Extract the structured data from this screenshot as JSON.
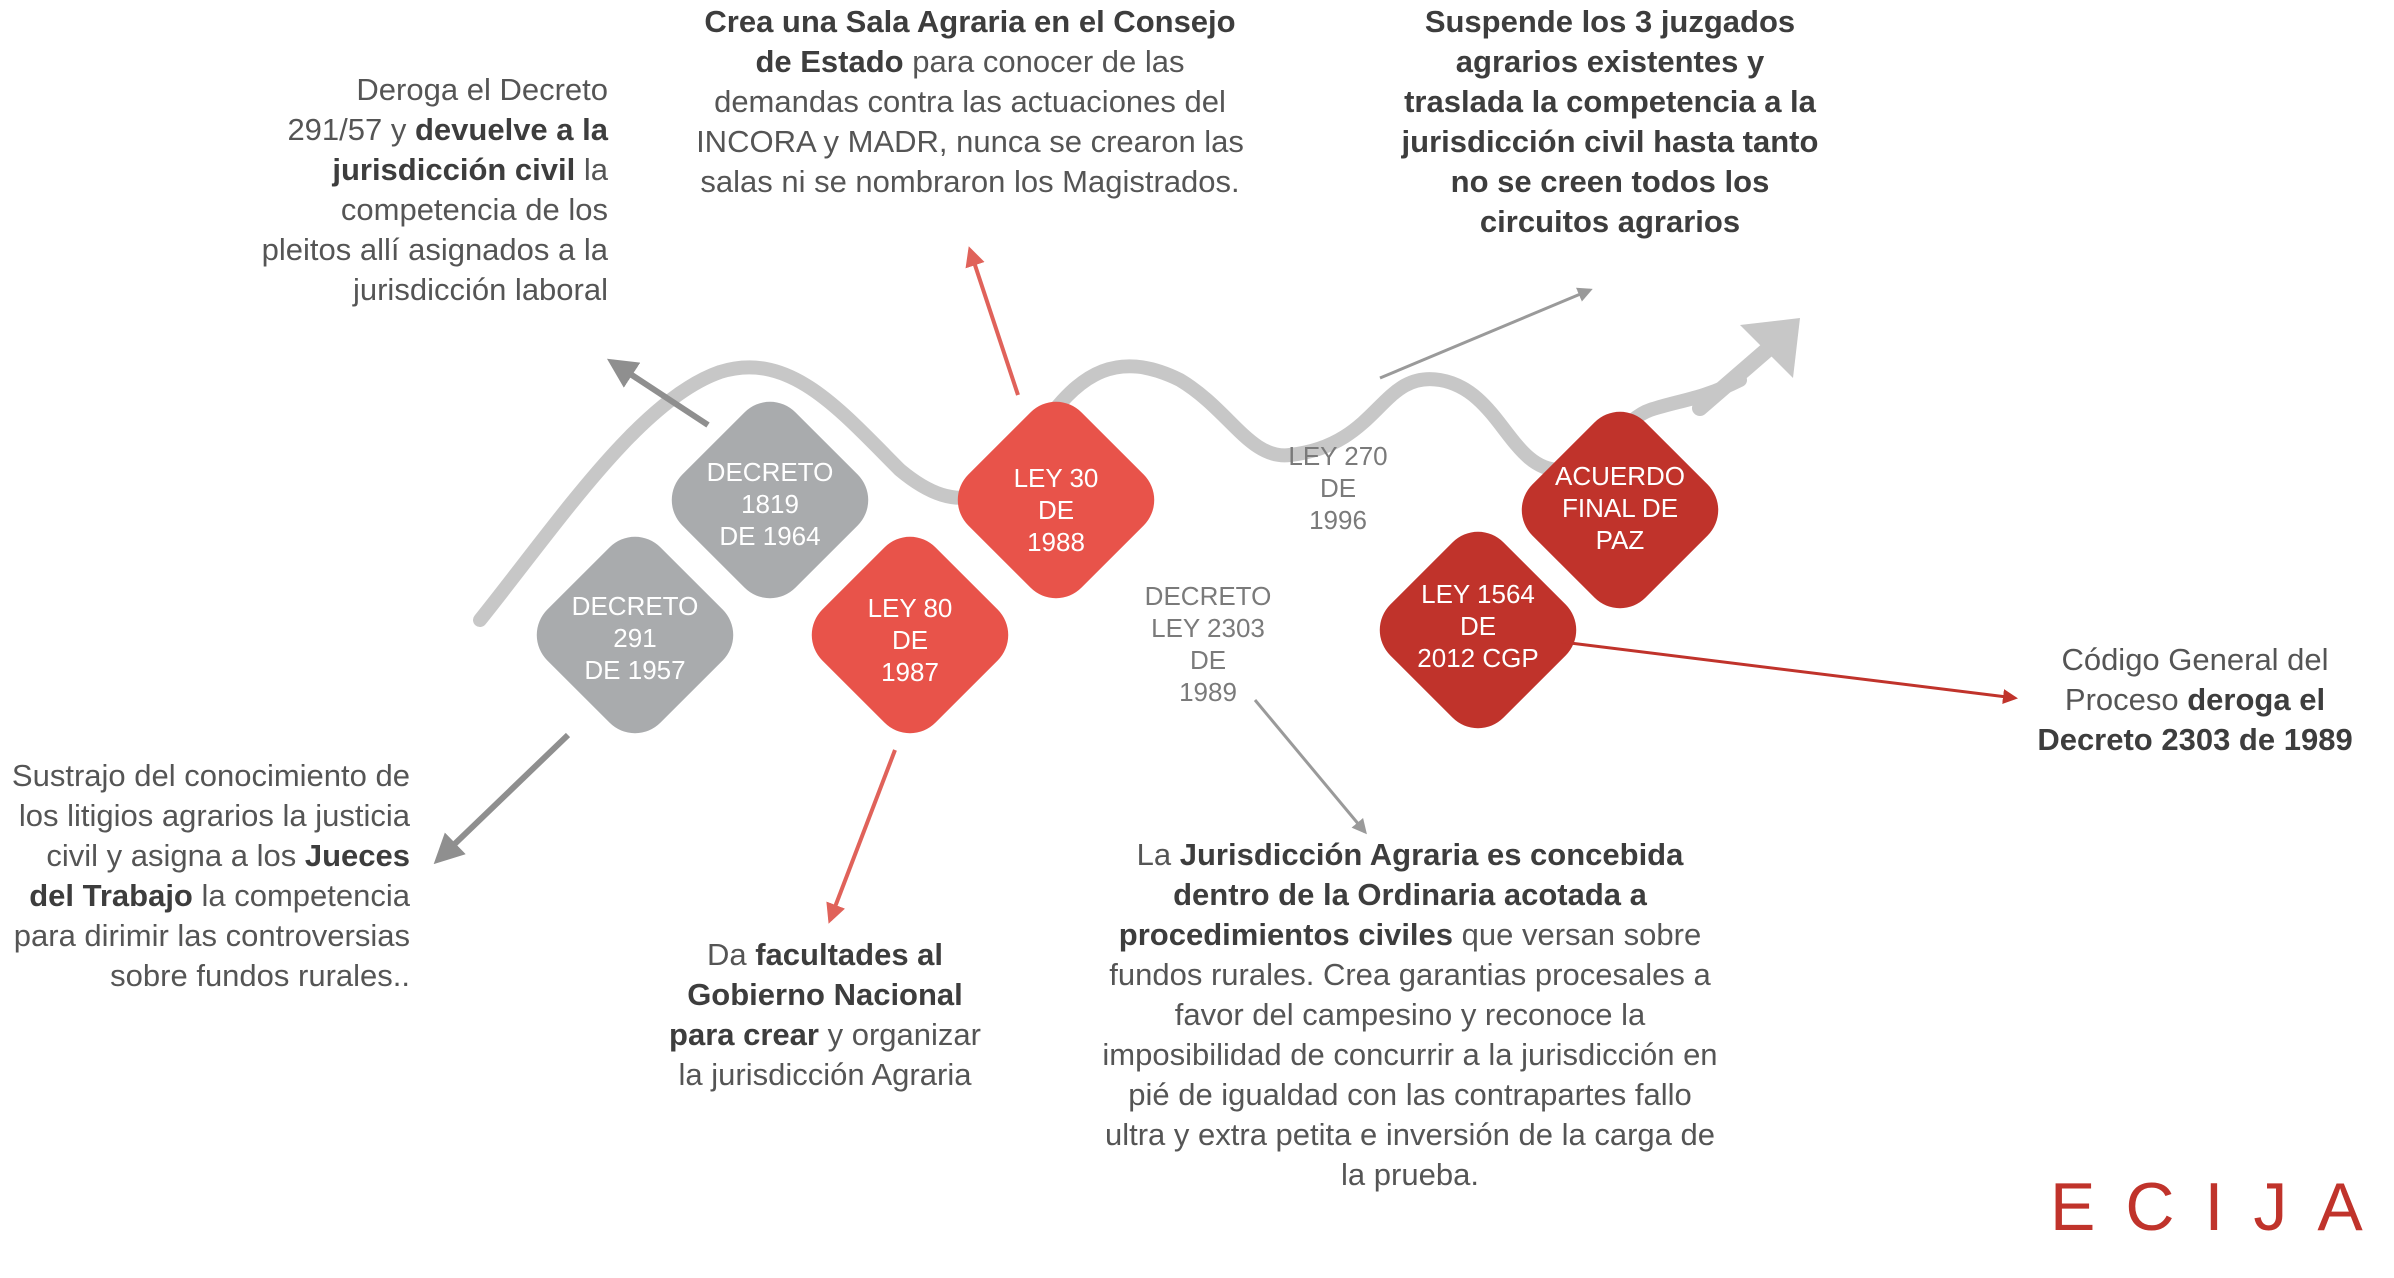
{
  "colors": {
    "gray_node": "#a9abad",
    "red_node": "#e8534a",
    "dark_red_node": "#c0332b",
    "gray_line": "#c7c7c7",
    "arrow_gray": "#8f8f8f",
    "arrow_red": "#e0625a",
    "logo": "#c0332b"
  },
  "nodes": [
    {
      "id": "decreto-291-1957",
      "text": "DECRETO\n291\nDE 1957"
    },
    {
      "id": "decreto-1819-1964",
      "text": "DECRETO\n1819\nDE 1964"
    },
    {
      "id": "ley-80-1987",
      "text": "LEY 80\nDE\n1987"
    },
    {
      "id": "ley-30-1988",
      "text": "LEY 30\nDE\n1988"
    },
    {
      "id": "ley-1564-2012",
      "text": "LEY 1564\nDE\n2012 CGP"
    },
    {
      "id": "acuerdo-final-paz",
      "text": "ACUERDO\nFINAL DE\nPAZ"
    }
  ],
  "floating_labels": {
    "ley_270": "LEY 270\nDE\n1996",
    "decreto_2303": "DECRETO\nLEY 2303\nDE\n1989"
  },
  "annotations": {
    "decreto_1819": [
      {
        "t": "Deroga el Decreto 291/57 y ",
        "b": false
      },
      {
        "t": "devuelve a la jurisdicción civil",
        "b": true
      },
      {
        "t": " la competencia de los pleitos allí asignados a la jurisdicción laboral",
        "b": false
      }
    ],
    "ley_30": [
      {
        "t": "Crea una Sala Agraria en el Consejo de Estado",
        "b": true
      },
      {
        "t": " para conocer de las demandas contra las actuaciones del INCORA y MADR, nunca se crearon las salas ni se nombraron los Magistrados.",
        "b": false
      }
    ],
    "ley_270": [
      {
        "t": "Suspende los 3 juzgados agrarios existentes y traslada la competencia a la jurisdicción civil hasta tanto no se creen todos los circuitos agrarios",
        "b": true
      }
    ],
    "decreto_291": [
      {
        "t": "Sustrajo del conocimiento de los litigios agrarios la justicia civil y asigna a los ",
        "b": false
      },
      {
        "t": "Jueces del Trabajo",
        "b": true
      },
      {
        "t": " la competencia para dirimir las controversias sobre fundos rurales..",
        "b": false
      }
    ],
    "ley_80": [
      {
        "t": "Da ",
        "b": false
      },
      {
        "t": "facultades al Gobierno Nacional para crear",
        "b": true
      },
      {
        "t": " y organizar la jurisdicción Agraria",
        "b": false
      }
    ],
    "decreto_2303": [
      {
        "t": "La ",
        "b": false
      },
      {
        "t": "Jurisdicción Agraria es concebida dentro de la Ordinaria acotada a procedimientos civiles",
        "b": true
      },
      {
        "t": " que versan sobre fundos rurales. Crea garantias procesales a favor del campesino y reconoce la imposibilidad de concurrir a la jurisdicción en pié de igualdad con las contrapartes fallo ultra y extra petita e inversión de la carga de la prueba.",
        "b": false
      }
    ],
    "ley_1564": [
      {
        "t": "Código General del Proceso ",
        "b": false
      },
      {
        "t": "deroga el Decreto 2303 de 1989",
        "b": true
      }
    ]
  },
  "logo": {
    "text": "ECIJA"
  }
}
